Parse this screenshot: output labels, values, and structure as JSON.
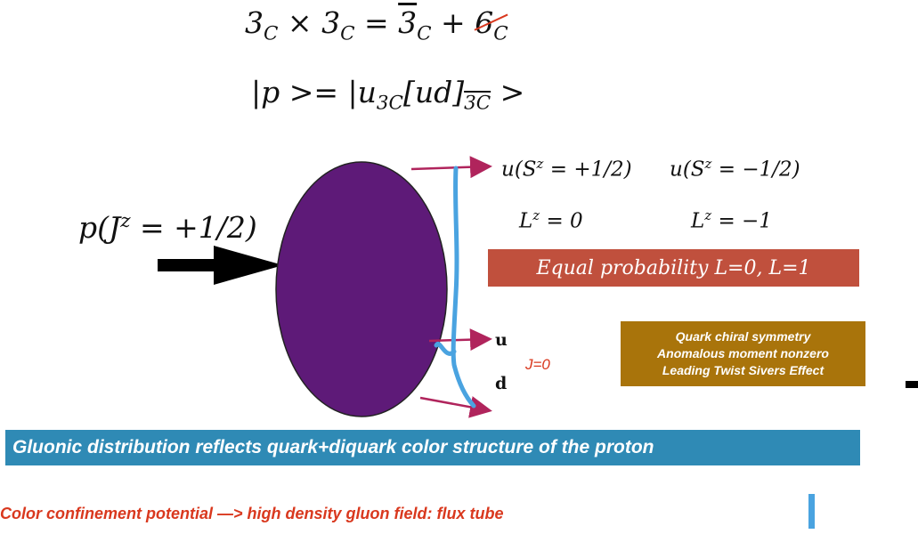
{
  "equations": {
    "color_product": {
      "lhs_a": "3",
      "sub_a": "C",
      "times": "×",
      "lhs_b": "3",
      "sub_b": "C",
      "eq": "=",
      "rhs_a": "3",
      "sub_c": "C",
      "plus": "+",
      "rhs_b": "6",
      "sub_d": "C"
    },
    "proton_state": {
      "ket_open": "|p >= |u",
      "sub_u": "3C",
      "diquark": "[ud]",
      "sub_dq": "3C",
      "ket_close": " >"
    }
  },
  "labels": {
    "proton": "p(J",
    "proton_sup": "z",
    "proton_val": " = +1/2)",
    "u_plus": "u(S",
    "u_plus_sup": "z",
    "u_plus_val": " = +1/2)",
    "u_minus": "u(S",
    "u_minus_sup": "z",
    "u_minus_val": " = −1/2)",
    "L0": "L",
    "L0_sup": "z",
    "L0_val": " = 0",
    "L1": "L",
    "L1_sup": "z",
    "L1_val": " = −1",
    "quark_u": "u",
    "quark_d": "d",
    "j_zero": "J=0"
  },
  "boxes": {
    "equal_probability": "Equal probability L=0, L=1",
    "quark_lines": [
      "Quark chiral symmetry",
      "Anomalous moment nonzero",
      "Leading Twist Sivers Effect"
    ],
    "banner": "Gluonic distribution reflects quark+diquark color structure of the proton",
    "footer": "Color confinement potential —> high density gluon field: flux tube"
  },
  "colors": {
    "ellipse": "#5e1a78",
    "arrow_lines": "#b0245c",
    "flux_tube": "#4aa3e0",
    "equal_box": "#c0503d",
    "quark_box": "#a9740b",
    "banner": "#2f8ab5",
    "footer_text": "#d9381e"
  }
}
